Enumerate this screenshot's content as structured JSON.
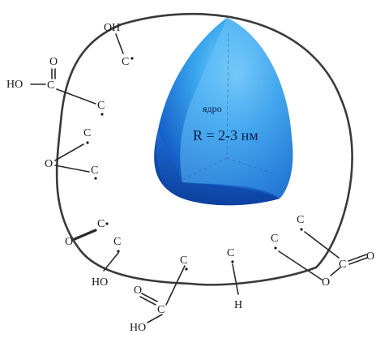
{
  "core": {
    "label": "ядро",
    "radius_text": "R = 2-3 нм"
  },
  "groups": {
    "oh_top": "OH",
    "c_top": "C",
    "o_carboxyl": "O",
    "ho_carboxyl": "HO",
    "c_carboxyl": "C",
    "c_left1": "C",
    "c_epoxy1": "C",
    "o_epoxy": "O",
    "c_epoxy2": "C",
    "o_ketone": "O",
    "c_ketone": "C",
    "c_hydroxyl": "C",
    "ho_bottom_left": "HO",
    "o_bottom_carboxyl": "O",
    "c_bottom_carboxyl": "C",
    "ho_bottom": "HO",
    "c_bottom_mid": "C",
    "c_ch": "C",
    "h_bottom": "H",
    "c_right1": "C",
    "c_right2": "C",
    "c_right_carbonyl": "C",
    "o_right_carbonyl": "O",
    "o_right_ether": "O"
  },
  "colors": {
    "core_light": "#5fc2f5",
    "core_mid": "#1f7fd6",
    "core_dark": "#0b3f9e",
    "outline": "#3a3a3a"
  }
}
